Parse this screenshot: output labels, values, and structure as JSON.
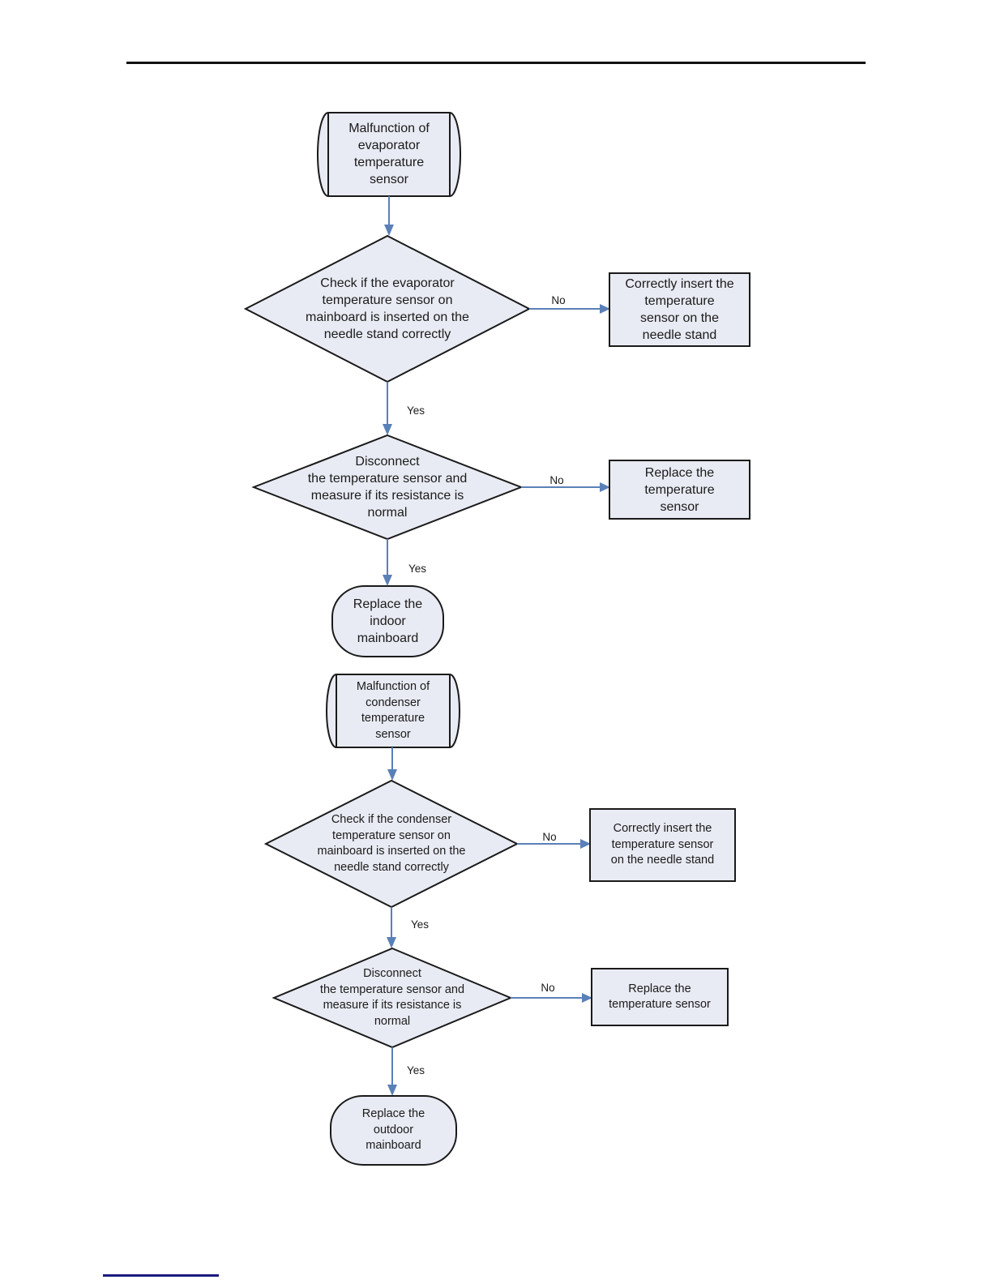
{
  "labels": {
    "yes": "Yes",
    "no": "No"
  },
  "flow1": {
    "start": "Malfunction of\nevaporator\ntemperature\nsensor",
    "decision1": "Check if the evaporator\ntemperature sensor on\nmainboard is inserted on the\nneedle stand correctly",
    "action1": "Correctly insert the\ntemperature\nsensor on the\nneedle stand",
    "decision2": "Disconnect\nthe temperature sensor and\nmeasure if its resistance is\nnormal",
    "action2": "Replace the\ntemperature\nsensor",
    "end": "Replace the\nindoor\nmainboard"
  },
  "flow2": {
    "start": "Malfunction of\ncondenser\ntemperature\nsensor",
    "decision1": "Check if the condenser\ntemperature sensor on\nmainboard is inserted on the\nneedle stand correctly",
    "action1": "Correctly insert the\ntemperature sensor\non the needle stand",
    "decision2": "Disconnect\nthe temperature sensor and\nmeasure if its resistance is\nnormal",
    "action2": "Replace the\ntemperature sensor",
    "end": "Replace the\noutdoor\nmainboard"
  },
  "colors": {
    "background": "#ffffff",
    "shape_fill": "#e8ebf3",
    "shape_border": "#1a1a1a",
    "arrow": "#5a80b8",
    "text": "#1b1b1b",
    "header_rule": "#111111",
    "footnote_rule": "#191980"
  }
}
